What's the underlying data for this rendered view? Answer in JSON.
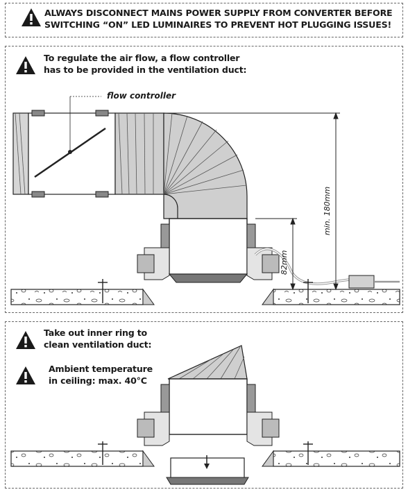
{
  "warnings": {
    "top": "ALWAYS DISCONNECT MAINS POWER SUPPLY FROM CONVERTER BEFORE SWITCHING “ON” LED LUMINAIRES TO PREVENT HOT PLUGGING ISSUES!",
    "top_line1": "ALWAYS DISCONNECT MAINS POWER SUPPLY FROM CONVERTER BEFORE",
    "top_line2": "SWITCHING “ON”  LED LUMINAIRES TO PREVENT HOT PLUGGING ISSUES!",
    "airflow_line1": "To regulate the air flow, a flow controller",
    "airflow_line2": "has to be provided in the ventilation duct:",
    "ring_line1": "Take out inner ring to",
    "ring_line2": "clean ventilation duct:",
    "temp_line1": "Ambient temperature",
    "temp_line2": "in ceiling:  max. 40°C"
  },
  "labels": {
    "flow_controller": "flow controller",
    "min_height": "min. 180mm",
    "height_82": "82mm"
  },
  "icons": {
    "warning": "warning-triangle-icon"
  }
}
